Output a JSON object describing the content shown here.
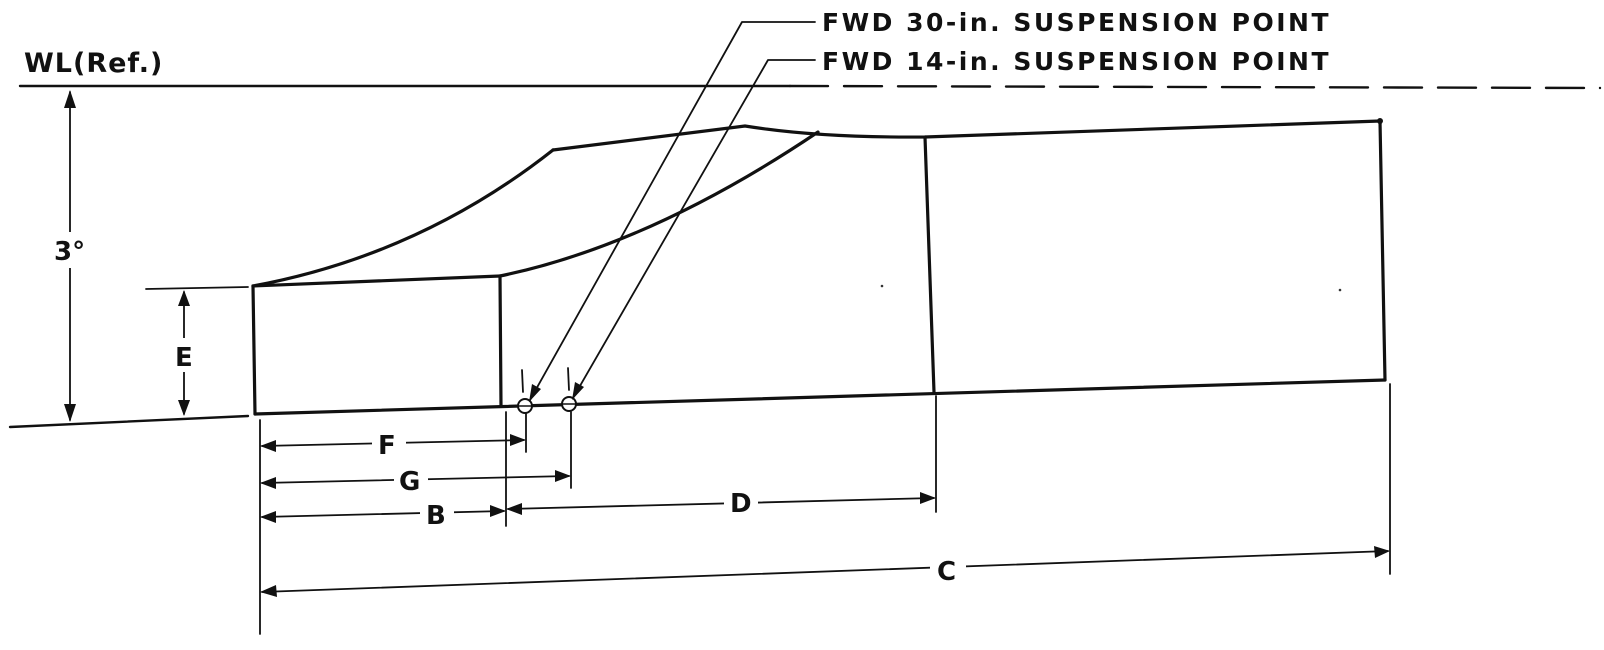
{
  "diagram": {
    "waterline_label": "WL(Ref.)",
    "angle_label": "3°",
    "callouts": {
      "fwd_30": "FWD 30-in. SUSPENSION POINT",
      "fwd_14": "FWD 14-in. SUSPENSION POINT"
    },
    "dimensions": {
      "E": "E",
      "F": "F",
      "G": "G",
      "B": "B",
      "D": "D",
      "C": "C"
    }
  }
}
